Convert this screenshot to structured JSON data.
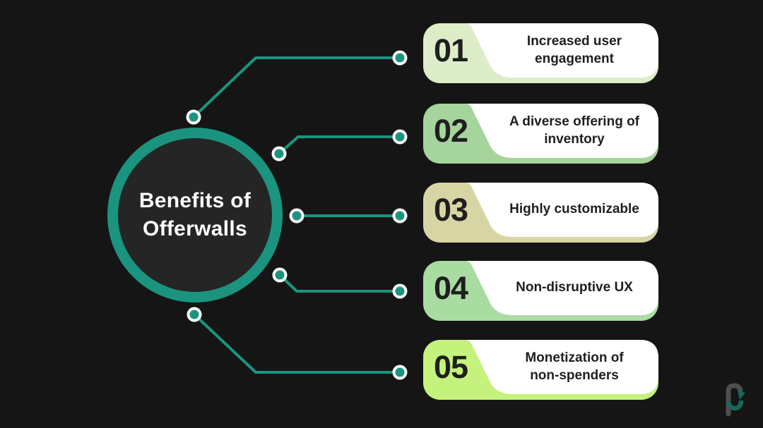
{
  "colors": {
    "bg": "#151515",
    "teal": "#1a947f",
    "circle_fill": "#252525",
    "white": "#ffffff",
    "card_text": "#1f1f1f",
    "logo_gray": "#4e4e4e",
    "logo_teal": "#15685e"
  },
  "center": {
    "title": "Benefits of\nOfferwalls"
  },
  "items": [
    {
      "number": "01",
      "label": "Increased user\nengagement",
      "color": "#dcedc8"
    },
    {
      "number": "02",
      "label": "A diverse offering of\ninventory",
      "color": "#a5d49c"
    },
    {
      "number": "03",
      "label": "Highly customizable",
      "color": "#d8d5a4"
    },
    {
      "number": "04",
      "label": "Non-disruptive UX",
      "color": "#a8dca0"
    },
    {
      "number": "05",
      "label": "Monetization of\nnon-spenders",
      "color": "#c5f27d"
    }
  ],
  "branding": {
    "logo_icon": "p-arrow-logo"
  }
}
